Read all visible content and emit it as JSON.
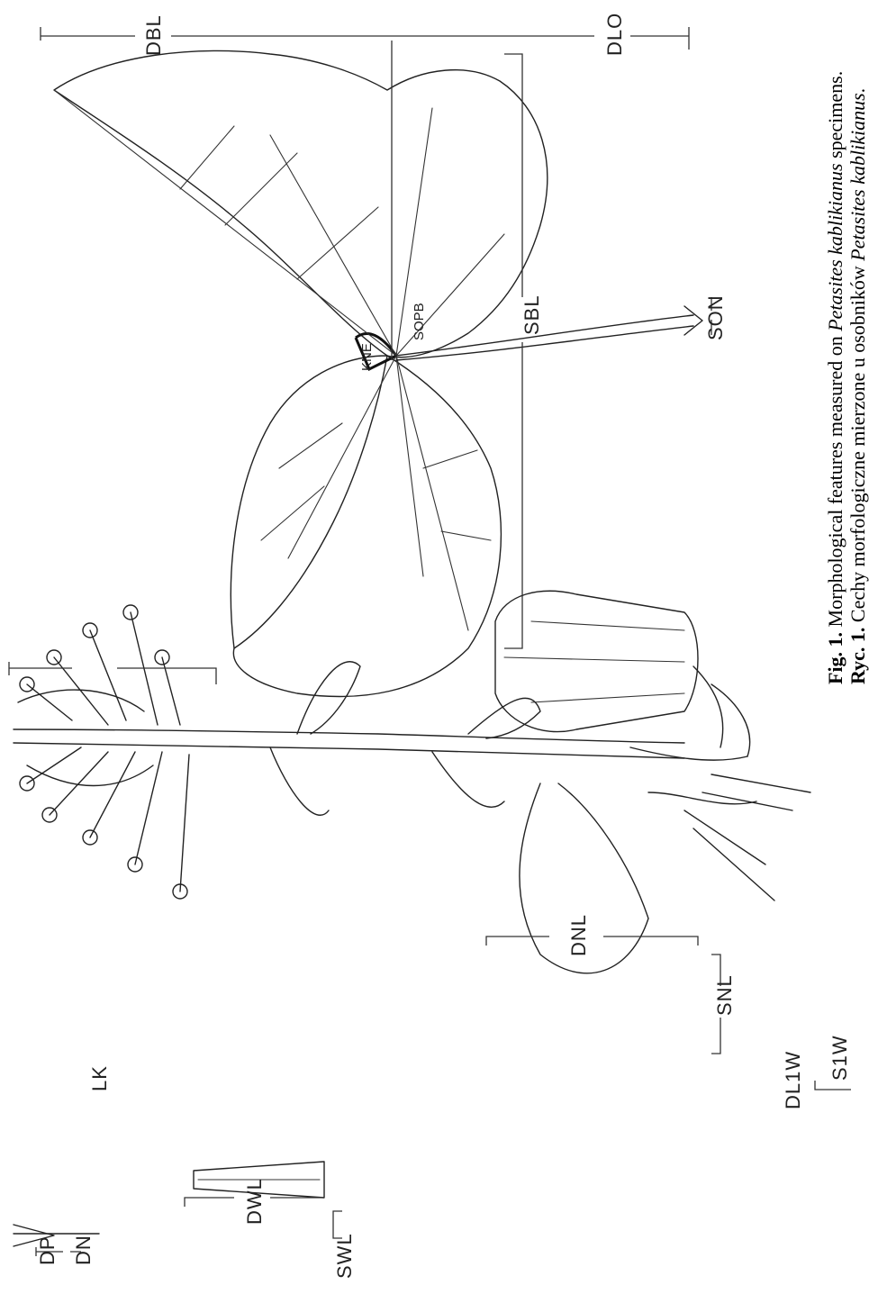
{
  "labels": {
    "dbl": "DBL",
    "dlo": "DLO",
    "sbl": "SBL",
    "son": "SON",
    "sopb": "SOPB",
    "kne": "KNE",
    "lk": "LK",
    "dnl": "DNL",
    "snl": "SNL",
    "dl1w": "DL1W",
    "s1w": "S1W",
    "dp": "DP",
    "dn": "DN",
    "dwl": "DWL",
    "swl": "SWL"
  },
  "caption": {
    "en_label": "Fig. 1.",
    "en_text_plain": " Morphological features measured on ",
    "en_species": "Petasites kablikianus",
    "en_tail": " specimens.",
    "pl_label": "Ryc. 1.",
    "pl_text_plain": " Cechy morfologiczne mierzone u osobników ",
    "pl_species": "Petasites kablikianus",
    "pl_tail": "."
  }
}
